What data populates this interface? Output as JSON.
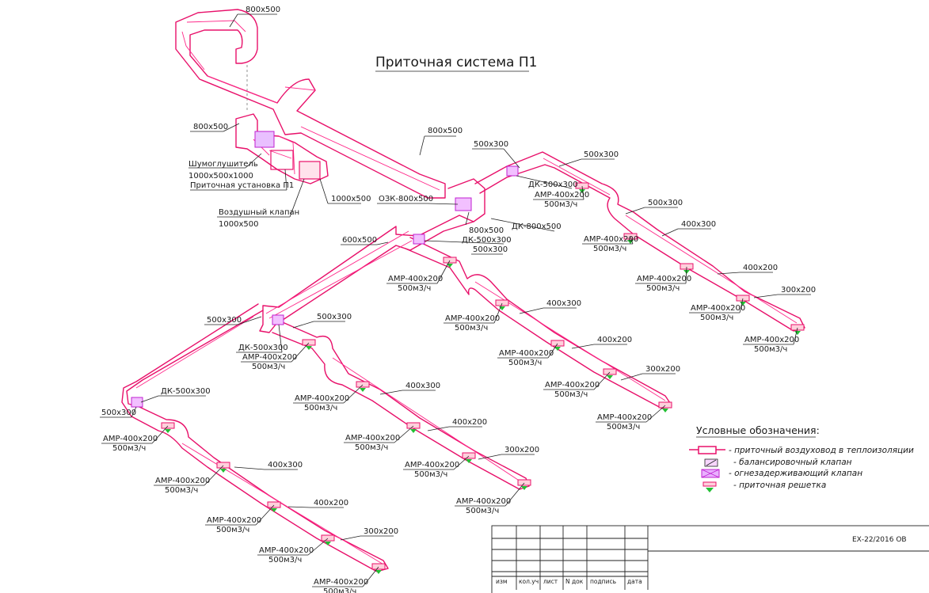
{
  "drawing": {
    "title": "Приточная система П1",
    "labels": {
      "d800x500_top": "800x500",
      "d800x500_mid": "800x500",
      "d800x500_left": "800x500",
      "silencer": "Шумоглушитель",
      "silencer_size": "1000x500x1000",
      "unit": "Приточная установка П1",
      "d1000x500": "1000x500",
      "air_valve": "Воздушный клапан",
      "air_valve_size": "1000x500",
      "ozk": "ОЗК-800x500",
      "d800x500_c": "800x500",
      "dk800x500": "ДК-800x500",
      "d600x500": "600x500",
      "dk500x300_c": "ДК-500x300",
      "d500x300_c": "500x300",
      "d500x300_r1": "500x300",
      "dk500x300_r": "ДК-500x300",
      "d500x300_r2": "500x300",
      "d500x300_r3": "500x300",
      "d400x300_r": "400x300",
      "d400x200_r": "400x200",
      "d300x200_r": "300x200",
      "d500x300_l1": "500x300",
      "d500x300_l2": "500x300",
      "dk500x300_l1": "ДК-500x300",
      "dk500x300_l2": "ДК-500x300",
      "d500x300_l3": "500x300",
      "d400x300_m": "400x300",
      "d400x200_m": "400x200",
      "d300x200_m": "300x200",
      "d400x300_b2": "400x300",
      "d400x200_b2": "400x200",
      "d300x200_b2": "300x200",
      "d400x300_l": "400x300",
      "d400x200_l": "400x200",
      "d300x200_l": "300x200"
    },
    "grilles": [
      {
        "name": "АМР-400x200",
        "flow": "500м3/ч"
      },
      {
        "name": "АМР-400x200",
        "flow": "500м3/ч"
      },
      {
        "name": "АМР-400x200",
        "flow": "500м3/ч"
      },
      {
        "name": "АМР-400x200",
        "flow": "500м3/ч"
      },
      {
        "name": "АМР-400x200",
        "flow": "500м3/ч"
      },
      {
        "name": "АМР-400x200",
        "flow": "500м3/ч"
      },
      {
        "name": "АМР-400x200",
        "flow": "500м3/ч"
      },
      {
        "name": "АМР-400x200",
        "flow": "500м3/ч"
      },
      {
        "name": "АМР-400x200",
        "flow": "500м3/ч"
      },
      {
        "name": "АМР-400x200",
        "flow": "500м3/ч"
      },
      {
        "name": "АМР-400x200",
        "flow": "500м3/ч"
      },
      {
        "name": "АМР-400x200",
        "flow": "500м3/ч"
      },
      {
        "name": "АМР-400x200",
        "flow": "500м3/ч"
      },
      {
        "name": "АМР-400x200",
        "flow": "500м3/ч"
      },
      {
        "name": "АМР-400x200",
        "flow": "500м3/ч"
      },
      {
        "name": "АМР-400x200",
        "flow": "500м3/ч"
      },
      {
        "name": "АМР-400x200",
        "flow": "500м3/ч"
      },
      {
        "name": "АМР-400x200",
        "flow": "500м3/ч"
      },
      {
        "name": "АМР-400x200",
        "flow": "500м3/ч"
      },
      {
        "name": "АМР-400x200",
        "flow": "500м3/ч"
      }
    ]
  },
  "legend": {
    "title": "Условные обозначения:",
    "items": [
      "- приточный воздуховод в теплоизоляции",
      "- балансировочный клапан",
      "- огнезадерживающий клапан",
      "- приточная решетка"
    ]
  },
  "title_block": {
    "code": "ЕХ-22/2016 ОВ",
    "columns": [
      "изм",
      "кол.уч",
      "лист",
      "N док",
      "подпись",
      "дата"
    ]
  },
  "colors": {
    "duct": "#e8106a",
    "damper": "#c020d0",
    "grille": "#22c033"
  }
}
